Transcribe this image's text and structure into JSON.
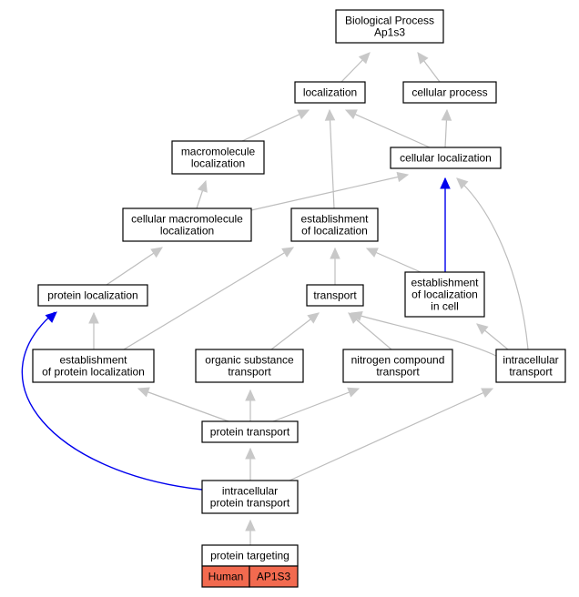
{
  "nodes": {
    "bp": {
      "lines": [
        "Biological Process",
        "Ap1s3"
      ]
    },
    "localization": {
      "lines": [
        "localization"
      ]
    },
    "cellular_process": {
      "lines": [
        "cellular process"
      ]
    },
    "macromolecule_localization": {
      "lines": [
        "macromolecule",
        "localization"
      ]
    },
    "cellular_localization": {
      "lines": [
        "cellular localization"
      ]
    },
    "cellular_macromolecule_localization": {
      "lines": [
        "cellular macromolecule",
        "localization"
      ]
    },
    "establishment_of_localization": {
      "lines": [
        "establishment",
        "of localization"
      ]
    },
    "protein_localization": {
      "lines": [
        "protein localization"
      ]
    },
    "transport": {
      "lines": [
        "transport"
      ]
    },
    "establishment_of_localization_in_cell": {
      "lines": [
        "establishment",
        "of localization",
        "in cell"
      ]
    },
    "establishment_of_protein_localization": {
      "lines": [
        "establishment",
        "of protein localization"
      ]
    },
    "organic_substance_transport": {
      "lines": [
        "organic substance",
        "transport"
      ]
    },
    "nitrogen_compound_transport": {
      "lines": [
        "nitrogen compound",
        "transport"
      ]
    },
    "intracellular_transport": {
      "lines": [
        "intracellular",
        "transport"
      ]
    },
    "protein_transport": {
      "lines": [
        "protein transport"
      ]
    },
    "intracellular_protein_transport": {
      "lines": [
        "intracellular",
        "protein transport"
      ]
    },
    "protein_targeting": {
      "lines": [
        "protein targeting"
      ]
    }
  },
  "gene_annotation": {
    "species": "Human",
    "gene": "AP1S3",
    "fill_color": "#f26a4f"
  },
  "colors": {
    "edge_default": "#bdbdbd",
    "edge_highlight": "#0000ee"
  }
}
